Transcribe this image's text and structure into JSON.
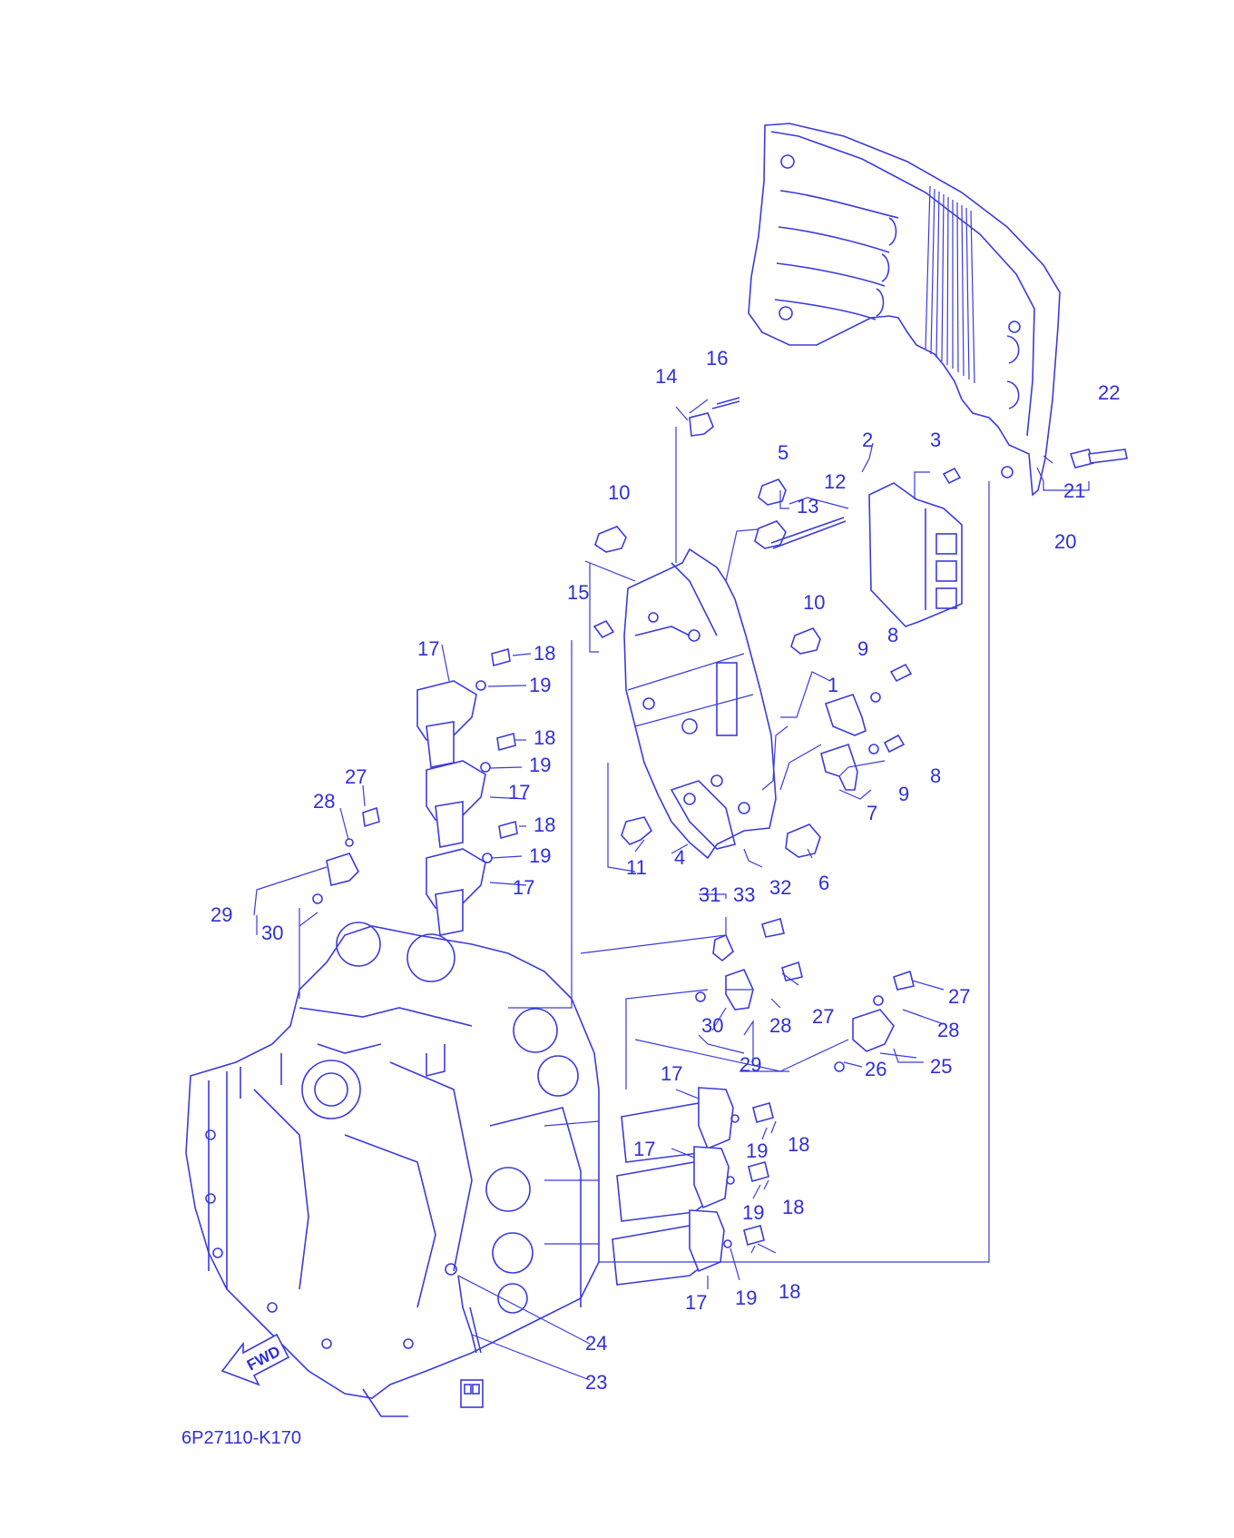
{
  "diagram": {
    "code": "6P27110-K170",
    "fwd_label": "FWD",
    "colors": {
      "line": "#3b3bdc",
      "background": "#ffffff"
    },
    "callouts": [
      {
        "id": "c1",
        "text": "1"
      },
      {
        "id": "c2",
        "text": "2"
      },
      {
        "id": "c3",
        "text": "3"
      },
      {
        "id": "c4",
        "text": "4"
      },
      {
        "id": "c5",
        "text": "5"
      },
      {
        "id": "c6",
        "text": "6"
      },
      {
        "id": "c7",
        "text": "7"
      },
      {
        "id": "c8a",
        "text": "8"
      },
      {
        "id": "c8b",
        "text": "8"
      },
      {
        "id": "c9a",
        "text": "9"
      },
      {
        "id": "c9b",
        "text": "9"
      },
      {
        "id": "c10a",
        "text": "10"
      },
      {
        "id": "c10b",
        "text": "10"
      },
      {
        "id": "c11",
        "text": "11"
      },
      {
        "id": "c12",
        "text": "12"
      },
      {
        "id": "c13",
        "text": "13"
      },
      {
        "id": "c14",
        "text": "14"
      },
      {
        "id": "c15",
        "text": "15"
      },
      {
        "id": "c16",
        "text": "16"
      },
      {
        "id": "c17a",
        "text": "17"
      },
      {
        "id": "c17b",
        "text": "17"
      },
      {
        "id": "c17c",
        "text": "17"
      },
      {
        "id": "c17d",
        "text": "17"
      },
      {
        "id": "c17e",
        "text": "17"
      },
      {
        "id": "c17f",
        "text": "17"
      },
      {
        "id": "c18a",
        "text": "18"
      },
      {
        "id": "c18b",
        "text": "18"
      },
      {
        "id": "c18c",
        "text": "18"
      },
      {
        "id": "c18d",
        "text": "18"
      },
      {
        "id": "c18e",
        "text": "18"
      },
      {
        "id": "c18f",
        "text": "18"
      },
      {
        "id": "c19a",
        "text": "19"
      },
      {
        "id": "c19b",
        "text": "19"
      },
      {
        "id": "c19c",
        "text": "19"
      },
      {
        "id": "c19d",
        "text": "19"
      },
      {
        "id": "c19e",
        "text": "19"
      },
      {
        "id": "c19f",
        "text": "19"
      },
      {
        "id": "c20",
        "text": "20"
      },
      {
        "id": "c21",
        "text": "21"
      },
      {
        "id": "c22",
        "text": "22"
      },
      {
        "id": "c23",
        "text": "23"
      },
      {
        "id": "c24",
        "text": "24"
      },
      {
        "id": "c25",
        "text": "25"
      },
      {
        "id": "c26",
        "text": "26"
      },
      {
        "id": "c27a",
        "text": "27"
      },
      {
        "id": "c27b",
        "text": "27"
      },
      {
        "id": "c27c",
        "text": "27"
      },
      {
        "id": "c28a",
        "text": "28"
      },
      {
        "id": "c28b",
        "text": "28"
      },
      {
        "id": "c28c",
        "text": "28"
      },
      {
        "id": "c29a",
        "text": "29"
      },
      {
        "id": "c29b",
        "text": "29"
      },
      {
        "id": "c30a",
        "text": "30"
      },
      {
        "id": "c30b",
        "text": "30"
      },
      {
        "id": "c31",
        "text": "31"
      },
      {
        "id": "c32",
        "text": "32"
      },
      {
        "id": "c33",
        "text": "33"
      }
    ]
  }
}
